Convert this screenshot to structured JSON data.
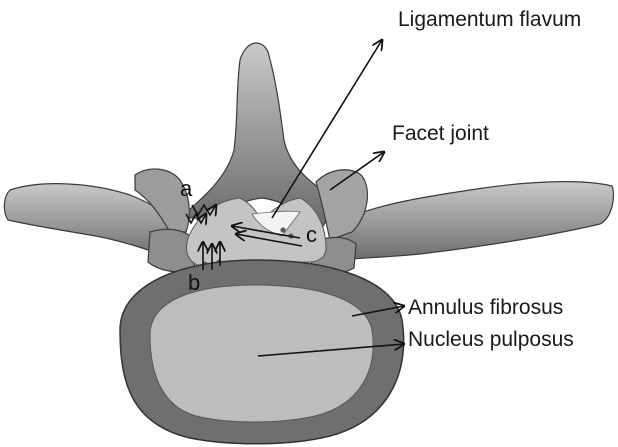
{
  "labels": {
    "ligamentum_flavum": "Ligamentum flavum",
    "facet_joint": "Facet joint",
    "annulus_fibrosus": "Annulus fibrosus",
    "nucleus_pulposus": "Nucleus pulposus",
    "a": "a",
    "b": "b",
    "c": "c"
  },
  "colors": {
    "bone": "#8a8a8a",
    "bone_light": "#b5b5b5",
    "bone_dark": "#5e5e5e",
    "canal": "#c4c4c4",
    "annulus": "#6f6f6f",
    "nucleus": "#bdbdbd",
    "outline": "#3a3a3a"
  }
}
